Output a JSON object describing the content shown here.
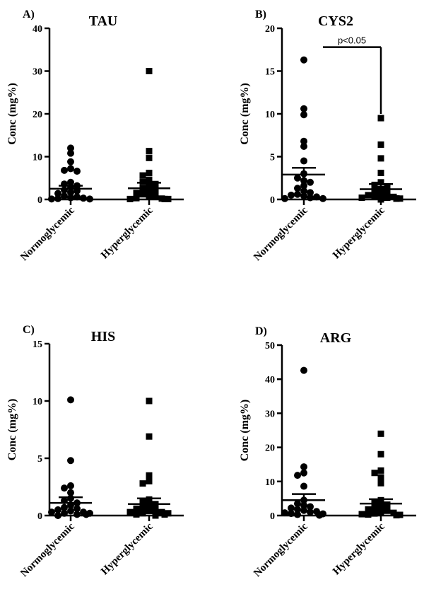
{
  "chart_data": [
    {
      "panel": "A)",
      "type": "scatter",
      "title": "TAU",
      "ylabel": "Conc (mg%)",
      "ylim": [
        0,
        40
      ],
      "yticks": [
        0,
        10,
        20,
        30,
        40
      ],
      "categories": [
        "Normoglycemic",
        "Hyperglycemic"
      ],
      "groups": [
        {
          "marker": "circle",
          "values": [
            12.0,
            10.8,
            8.8,
            7.2,
            6.8,
            6.6,
            4.0,
            3.6,
            3.2,
            2.8,
            2.2,
            2.0,
            1.6,
            1.4,
            0.8,
            0.6,
            0.4,
            0.3,
            0.2,
            0.1,
            0.1
          ],
          "mean": 2.5,
          "sem_upper": 3.2
        },
        {
          "marker": "square",
          "values": [
            30.0,
            11.3,
            9.7,
            6.2,
            5.6,
            4.6,
            4.1,
            3.6,
            3.2,
            2.6,
            2.3,
            1.8,
            1.5,
            1.2,
            0.9,
            0.6,
            0.3,
            0.2,
            0.1,
            0.1,
            0.1
          ],
          "mean": 2.6,
          "sem_upper": 3.9
        }
      ]
    },
    {
      "panel": "B)",
      "type": "scatter",
      "title": "CYS2",
      "ylabel": "Conc (mg%)",
      "ylim": [
        0,
        20
      ],
      "yticks": [
        0,
        5,
        10,
        15,
        20
      ],
      "categories": [
        "Normoglycemic",
        "Hyperglycemic"
      ],
      "groups": [
        {
          "marker": "circle",
          "values": [
            16.3,
            10.6,
            9.9,
            6.8,
            6.2,
            4.5,
            3.0,
            2.5,
            2.2,
            2.0,
            1.6,
            1.3,
            1.0,
            0.8,
            0.6,
            0.5,
            0.4,
            0.3,
            0.2,
            0.1,
            0.1
          ],
          "mean": 2.9,
          "sem_upper": 3.7
        },
        {
          "marker": "square",
          "values": [
            9.5,
            6.4,
            4.8,
            3.1,
            2.0,
            1.7,
            1.5,
            1.2,
            1.0,
            0.8,
            0.6,
            0.5,
            0.4,
            0.3,
            0.2,
            0.2,
            0.1,
            0.1,
            0.1,
            0.1,
            0.0
          ],
          "mean": 1.2,
          "sem_upper": 1.8
        }
      ],
      "annotation": {
        "text": "p<0.05",
        "y": 17.8
      }
    },
    {
      "panel": "C)",
      "type": "scatter",
      "title": "HIS",
      "ylabel": "Conc (mg%)",
      "ylim": [
        0,
        15
      ],
      "yticks": [
        0,
        5,
        10,
        15
      ],
      "categories": [
        "Normoglycemic",
        "Hyperglycemic"
      ],
      "groups": [
        {
          "marker": "circle",
          "values": [
            10.1,
            4.8,
            2.6,
            2.4,
            2.0,
            1.5,
            1.3,
            1.1,
            0.9,
            0.7,
            0.6,
            0.5,
            0.4,
            0.3,
            0.3,
            0.2,
            0.2,
            0.1,
            0.1,
            0.1,
            0.0
          ],
          "mean": 1.1,
          "sem_upper": 1.6
        },
        {
          "marker": "square",
          "values": [
            10.0,
            6.9,
            3.5,
            3.0,
            2.8,
            1.4,
            1.2,
            1.0,
            0.9,
            0.7,
            0.6,
            0.5,
            0.4,
            0.3,
            0.3,
            0.2,
            0.2,
            0.1,
            0.1,
            0.1,
            0.0
          ],
          "mean": 1.0,
          "sem_upper": 1.5
        }
      ]
    },
    {
      "panel": "D)",
      "type": "scatter",
      "title": "ARG",
      "ylabel": "Conc (mg%)",
      "ylim": [
        0,
        50
      ],
      "yticks": [
        0,
        10,
        20,
        30,
        40,
        50
      ],
      "categories": [
        "Normoglycemic",
        "Hyperglycemic"
      ],
      "groups": [
        {
          "marker": "circle",
          "values": [
            42.6,
            14.3,
            12.5,
            11.8,
            8.6,
            4.5,
            3.5,
            3.0,
            2.6,
            2.2,
            1.8,
            1.5,
            1.2,
            1.0,
            0.8,
            0.6,
            0.5,
            0.3,
            0.2,
            0.1,
            0.1
          ],
          "mean": 4.5,
          "sem_upper": 6.3
        },
        {
          "marker": "square",
          "values": [
            24.0,
            18.0,
            13.2,
            12.5,
            11.2,
            9.5,
            4.5,
            3.8,
            3.2,
            2.8,
            2.2,
            1.8,
            1.4,
            1.0,
            0.8,
            0.6,
            0.4,
            0.3,
            0.2,
            0.1,
            0.1
          ],
          "mean": 3.5,
          "sem_upper": 4.8
        }
      ]
    }
  ]
}
